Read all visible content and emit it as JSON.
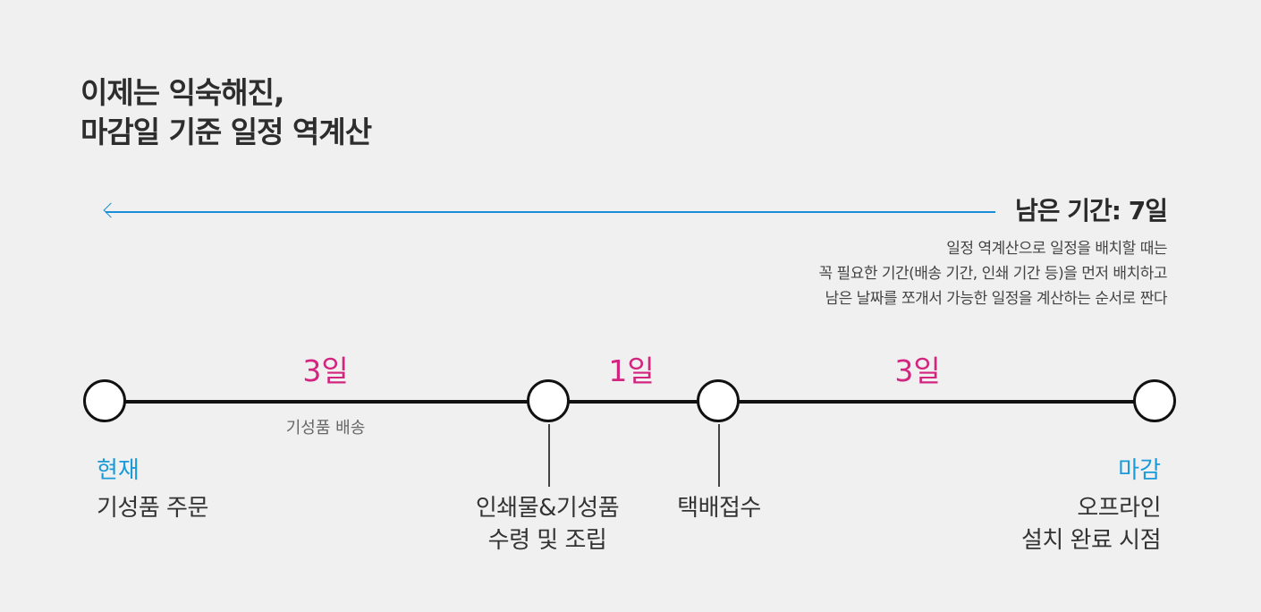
{
  "title": {
    "line1": "이제는 익숙해진,",
    "line2": "마감일 기준 일정 역계산"
  },
  "remaining": {
    "label": "남은 기간: 7일",
    "arrow_color": "#1a8fd8"
  },
  "description": {
    "lines": [
      "일정 역계산으로 일정을 배치할 때는",
      "꼭 필요한 기간(배송 기간, 인쇄 기간 등)을 먼저 배치하고",
      "남은 날짜를 쪼개서 가능한 일정을 계산하는 순서로 짠다"
    ]
  },
  "timeline": {
    "colors": {
      "duration": "#d3247f",
      "state": "#1a9ad9",
      "line": "#111111"
    },
    "nodes": [
      {
        "state": "현재",
        "label_lines": [
          "기성품 주문"
        ]
      },
      {
        "state": "",
        "label_lines": [
          "인쇄물&기성품",
          "수령 및 조립"
        ]
      },
      {
        "state": "",
        "label_lines": [
          "택배접수"
        ]
      },
      {
        "state": "마감",
        "label_lines": [
          "오프라인",
          "설치 완료 시점"
        ]
      }
    ],
    "segments": [
      {
        "duration": "3일",
        "sublabel": "기성품 배송"
      },
      {
        "duration": "1일",
        "sublabel": ""
      },
      {
        "duration": "3일",
        "sublabel": ""
      }
    ]
  }
}
